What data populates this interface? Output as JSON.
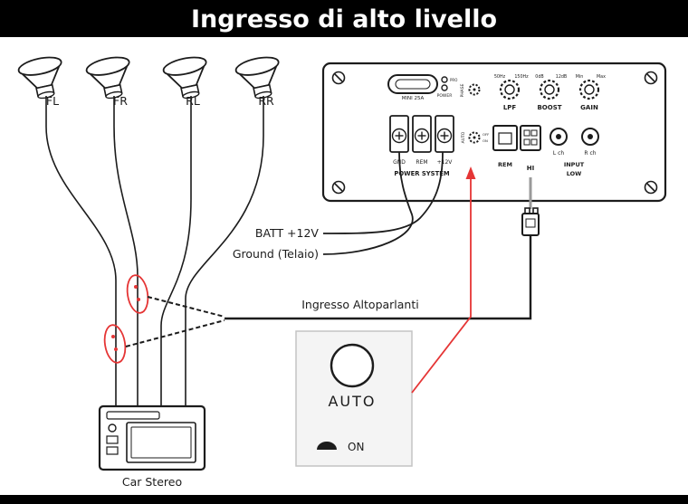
{
  "title": "Ingresso di alto livello",
  "speakers": {
    "fl": "FL",
    "fr": "FR",
    "rl": "RL",
    "rr": "RR"
  },
  "amp": {
    "fuse": "MINI 25A",
    "led_top": "PRO",
    "led_label": "POWER",
    "phase": "PHASE",
    "lpf": {
      "min": "50Hz",
      "max": "150Hz",
      "label": "LPF"
    },
    "boost": {
      "min": "0dB",
      "max": "12dB",
      "label": "BOOST"
    },
    "gain": {
      "min": "Min",
      "max": "Max",
      "label": "GAIN"
    },
    "auto": {
      "label": "AUTO",
      "off": "OFF",
      "on": "ON"
    },
    "rem": "REM",
    "hi": "HI",
    "l_ch": "L ch",
    "r_ch": "R ch",
    "input": "INPUT",
    "low": "LOW",
    "gnd": "GND",
    "rem_terminal": "REM",
    "v12": "+12V",
    "power_system": "POWER SYSTEM"
  },
  "wiring": {
    "batt": "BATT +12V",
    "ground": "Ground (Telaio)",
    "speaker_input": "Ingresso Altoparlanti"
  },
  "car_stereo": "Car Stereo",
  "inset": {
    "auto": "AUTO",
    "on": "ON"
  },
  "colors": {
    "accent_red": "#e53535",
    "line": "#1c1c1c",
    "gray": "#9a9a9a",
    "inset_bg": "#f4f4f4",
    "bar": "#000000"
  }
}
